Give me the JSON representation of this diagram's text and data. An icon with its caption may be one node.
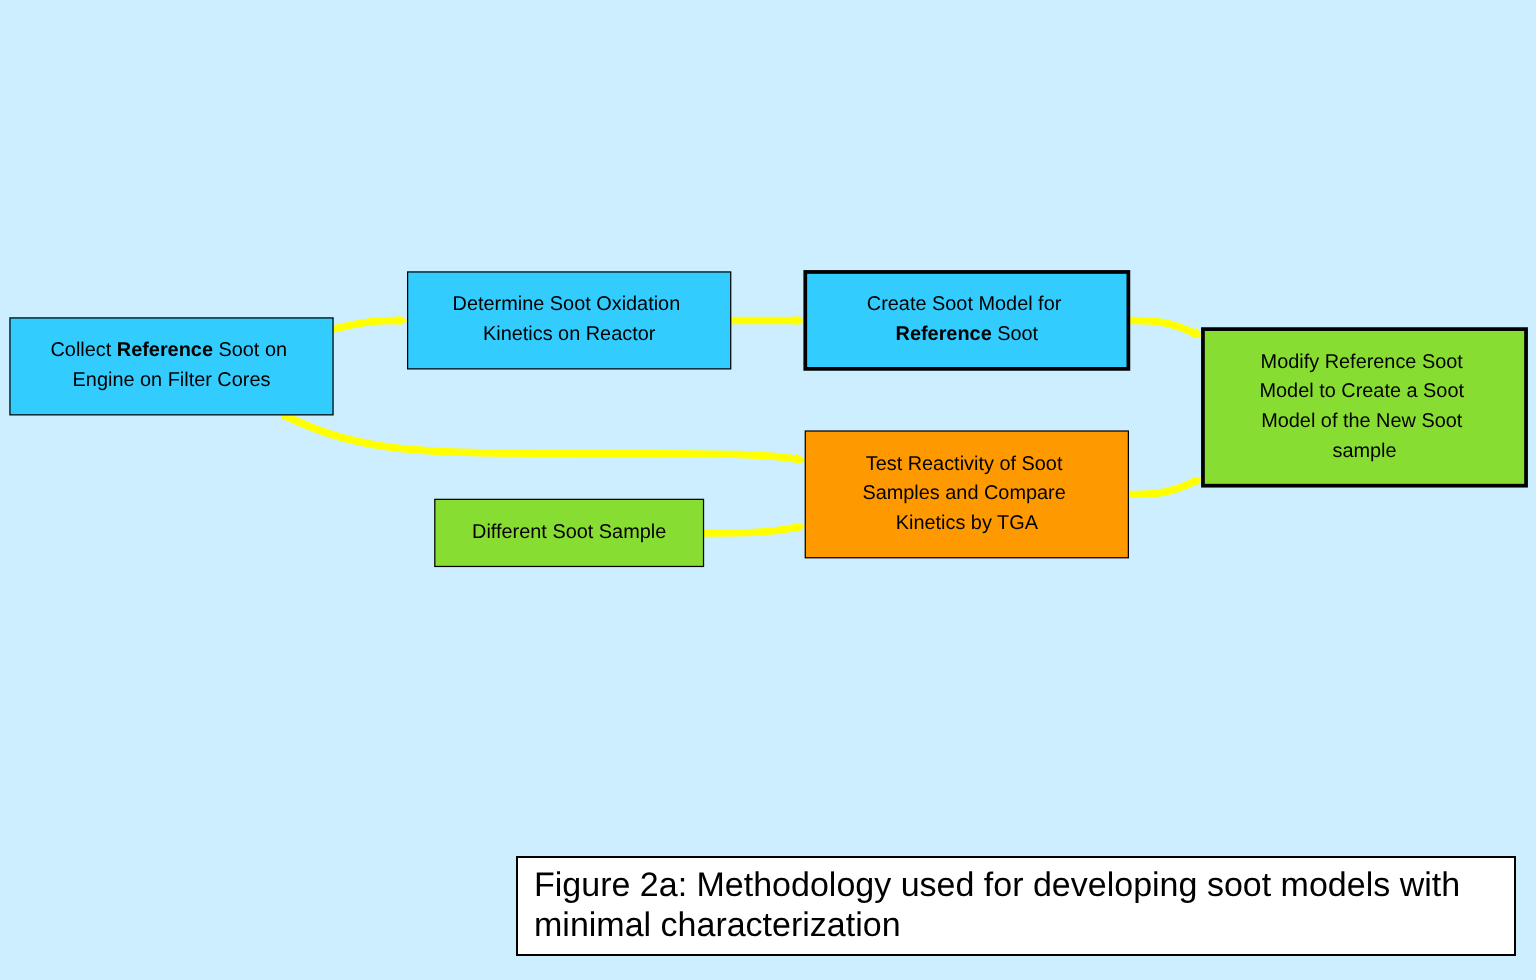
{
  "diagram": {
    "caption": "Figure 2a: Methodology used for developing soot models with minimal characterization",
    "nodes": [
      {
        "text": [
          "Collect **Reference** Soot on Engine on Filter Cores"
        ]
      },
      {
        "text": [
          "Determine Soot Oxidation Kinetics on Reactor"
        ]
      },
      {
        "text": [
          "Create Soot Model for **Reference** Soot"
        ]
      },
      {
        "text": [
          "Test Reactivity of Soot Samples and Compare Kinetics by TGA"
        ]
      },
      {
        "text": [
          "Modify Reference Soot Model to Create a Soot Model of the New Soot sample"
        ]
      },
      {
        "text": [
          "Different Soot Sample"
        ]
      }
    ],
    "edges": [
      {
        "from": 0,
        "to": 1,
        "arrow": "to"
      },
      {
        "from": 1,
        "to": 2,
        "arrow": "to"
      },
      {
        "from": 2,
        "to": 4,
        "arrow": "to"
      },
      {
        "from": 0,
        "to": 3,
        "arrow": "to"
      },
      {
        "from": 3,
        "to": 4,
        "arrow": "to"
      },
      {
        "from": 5,
        "to": 3,
        "arrow": "to"
      }
    ]
  }
}
